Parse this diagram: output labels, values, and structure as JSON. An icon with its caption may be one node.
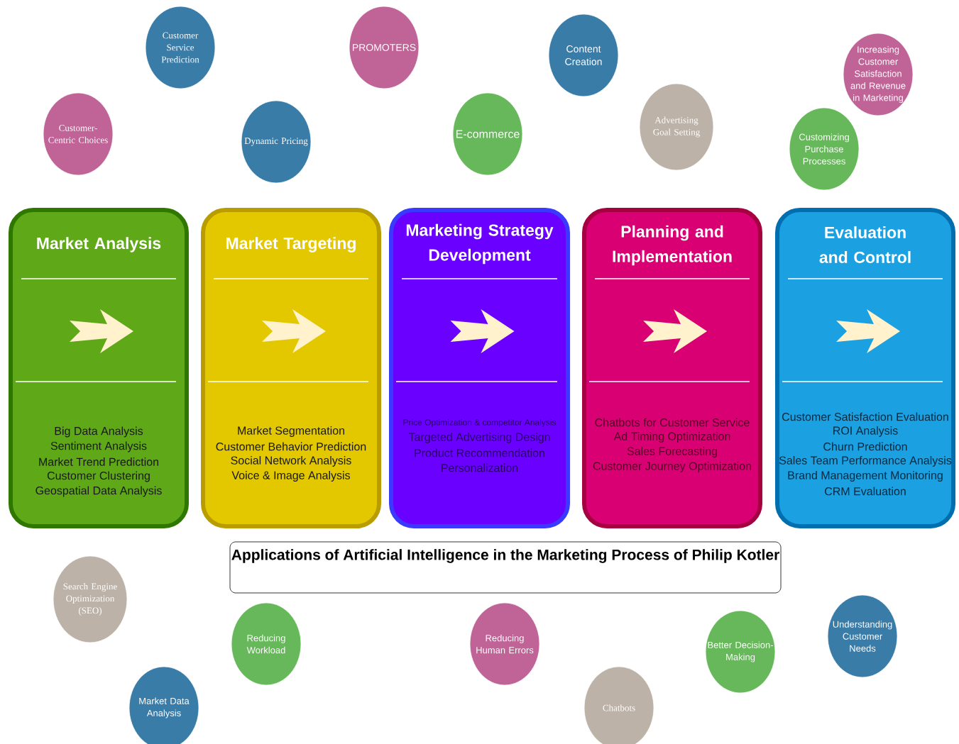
{
  "diagram": {
    "title": "Applications of Artificial Intelligence in the Marketing Process of Philip Kotler",
    "nodes": [
      {
        "text": [
          "Customer Service Prediction"
        ]
      },
      {
        "text": [
          "PROMOTERS"
        ]
      },
      {
        "text": [
          "Content Creation"
        ]
      },
      {
        "text": [
          "Increasing Customer Satisfaction and Revenue in Marketing"
        ]
      },
      {
        "text": [
          "Customer-Centric Choices"
        ]
      },
      {
        "text": [
          "Dynamic Pricing"
        ]
      },
      {
        "text": [
          "E-commerce"
        ]
      },
      {
        "text": [
          "Advertising Goal Setting"
        ]
      },
      {
        "text": [
          "Customizing Purchase Processes"
        ]
      },
      {
        "text": [
          "Market Analysis",
          "Big Data Analysis",
          "Sentiment Analysis",
          "Market Trend Prediction",
          "Customer Clustering",
          "Geospatial Data Analysis"
        ]
      },
      {
        "text": [
          "Market Targeting",
          "Market Segmentation",
          "Customer Behavior Prediction",
          "Social Network Analysis",
          "Voice & Image Analysis"
        ]
      },
      {
        "text": [
          "Marketing Strategy Development",
          "Price Optimization & competitor Analysis",
          "Targeted Advertising Design",
          "Product Recommendation",
          "Personalization"
        ]
      },
      {
        "text": [
          "Planning and Implementation",
          "Chatbots for Customer Service",
          "Ad Timing Optimization",
          "Sales Forecasting",
          "Customer Journey Optimization"
        ]
      },
      {
        "text": [
          "Evaluation and Control",
          "Customer Satisfaction Evaluation",
          "ROI Analysis",
          "Churn Prediction",
          "Sales Team Performance Analysis",
          "Brand Management Monitoring",
          "CRM Evaluation"
        ]
      },
      {
        "text": [
          "Search Engine Optimization (SEO)"
        ]
      },
      {
        "text": [
          "Reducing Workload"
        ]
      },
      {
        "text": [
          "Reducing Human Errors"
        ]
      },
      {
        "text": [
          "Better Decision-Making"
        ]
      },
      {
        "text": [
          "Understanding Customer Needs"
        ]
      },
      {
        "text": [
          "Market Data Analysis"
        ]
      },
      {
        "text": [
          "Chatbots"
        ]
      }
    ]
  }
}
